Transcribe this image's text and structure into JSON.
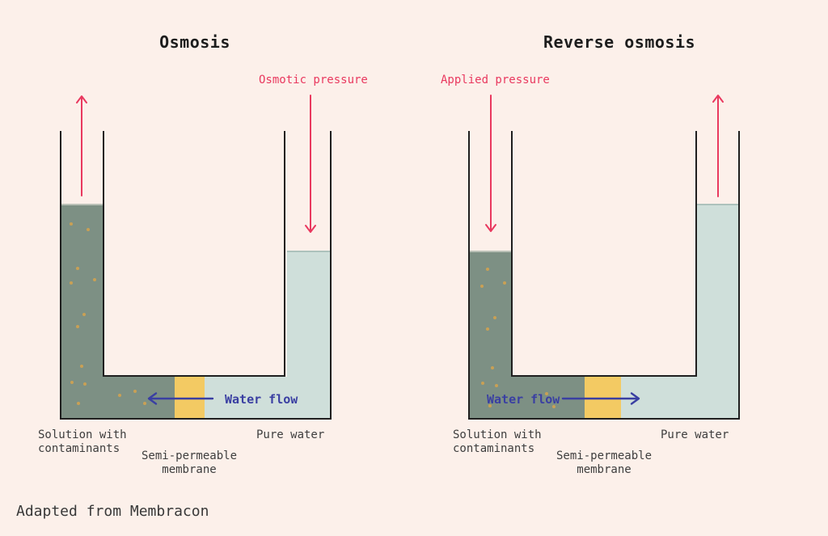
{
  "canvas": {
    "background": "#fcf0ea"
  },
  "colors": {
    "ink": "#1d1d1d",
    "label_gray": "#3e3e3e",
    "pressure_red": "#e9395f",
    "flow_blue": "#3a3fa2",
    "solution_green": "#7d9084",
    "pure_water_blue": "#cfdfda",
    "membrane_yellow": "#f3ca63",
    "contaminant_dot": "#c9a055",
    "tube_wall": "#1f1f1f"
  },
  "footer": {
    "credit": "Adapted from Membracon"
  },
  "panels": {
    "osmosis": {
      "title": "Osmosis",
      "pressure_label": "Osmotic pressure",
      "water_flow_label": "Water flow",
      "flow_direction": "left",
      "labels": {
        "solution_line1": "Solution with",
        "solution_line2": "contaminants",
        "membrane_line1": "Semi-permeable",
        "membrane_line2": "membrane",
        "pure_water": "Pure water"
      },
      "contaminant_dots": [
        [
          88,
          277
        ],
        [
          109,
          284
        ],
        [
          96,
          332
        ],
        [
          117,
          346
        ],
        [
          88,
          350
        ],
        [
          104,
          389
        ],
        [
          96,
          404
        ],
        [
          101,
          453
        ],
        [
          89,
          473
        ],
        [
          105,
          475
        ],
        [
          97,
          499
        ],
        [
          148,
          489
        ],
        [
          167,
          484
        ],
        [
          179,
          499
        ]
      ]
    },
    "reverse": {
      "title": "Reverse osmosis",
      "pressure_label": "Applied pressure",
      "water_flow_label": "Water flow",
      "flow_direction": "right",
      "labels": {
        "solution_line1": "Solution with",
        "solution_line2": "contaminants",
        "membrane_line1": "Semi-permeable",
        "membrane_line2": "membrane",
        "pure_water": "Pure water"
      },
      "contaminant_dots": [
        [
          603,
          333
        ],
        [
          624,
          350
        ],
        [
          596,
          354
        ],
        [
          612,
          393
        ],
        [
          603,
          407
        ],
        [
          609,
          455
        ],
        [
          597,
          474
        ],
        [
          614,
          477
        ],
        [
          606,
          502
        ],
        [
          676,
          487
        ],
        [
          685,
          503
        ]
      ]
    }
  }
}
